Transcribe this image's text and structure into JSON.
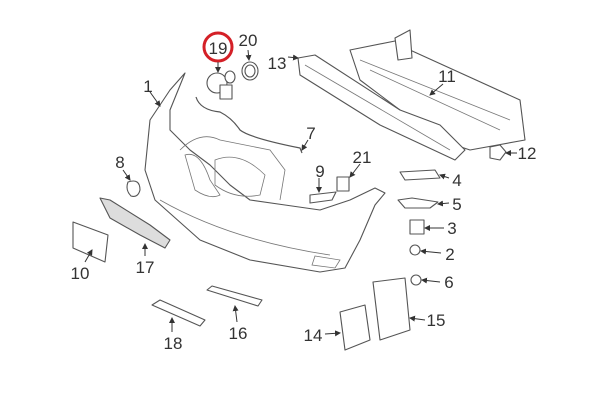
{
  "diagram": {
    "highlight_color": "#d42027",
    "highlighted_part": "19",
    "labels": {
      "p1": "1",
      "p2": "2",
      "p3": "3",
      "p4": "4",
      "p5": "5",
      "p6": "6",
      "p7": "7",
      "p8": "8",
      "p9": "9",
      "p10": "10",
      "p11": "11",
      "p12": "12",
      "p13": "13",
      "p14": "14",
      "p15": "15",
      "p16": "16",
      "p17": "17",
      "p18": "18",
      "p19": "19",
      "p20": "20",
      "p21": "21"
    }
  }
}
